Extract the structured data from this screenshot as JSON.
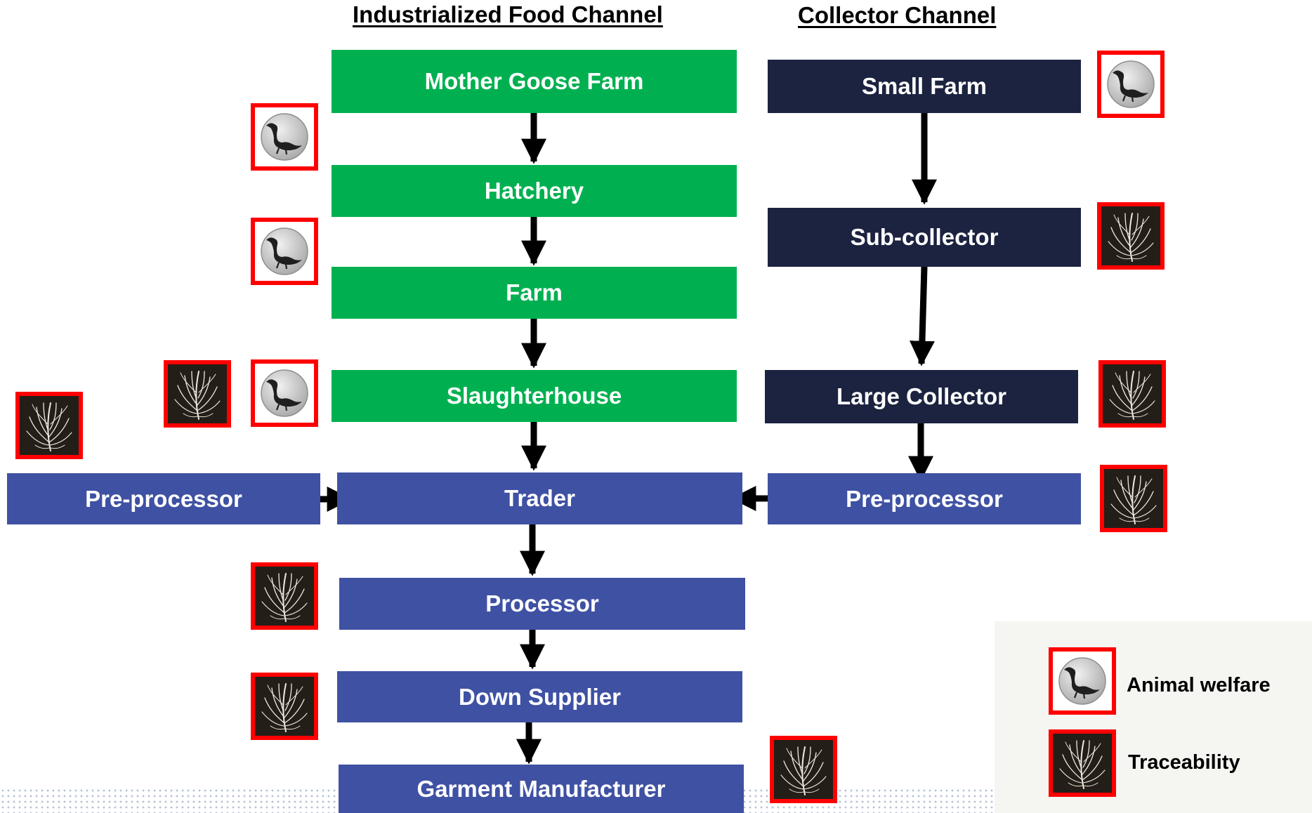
{
  "headings": {
    "left": "Industrialized Food Channel",
    "right": "Collector Channel"
  },
  "industrial": {
    "mother_goose_farm": "Mother Goose Farm",
    "hatchery": "Hatchery",
    "farm": "Farm",
    "slaughterhouse": "Slaughterhouse"
  },
  "collector": {
    "small_farm": "Small Farm",
    "sub_collector": "Sub-collector",
    "large_collector": "Large Collector",
    "pre_processor": "Pre-processor"
  },
  "shared": {
    "pre_processor_left": "Pre-processor",
    "trader": "Trader",
    "processor": "Processor",
    "down_supplier": "Down Supplier",
    "garment_manufacturer": "Garment Manufacturer"
  },
  "legend": {
    "animal_welfare": "Animal welfare",
    "traceability": "Traceability"
  },
  "icons": {
    "animal_welfare": "goose-icon",
    "traceability": "feather-icon"
  },
  "colors": {
    "industrial_box": "#00b050",
    "collector_box": "#1c2340",
    "shared_box": "#3f51a3",
    "badge_border": "#ff0000"
  }
}
